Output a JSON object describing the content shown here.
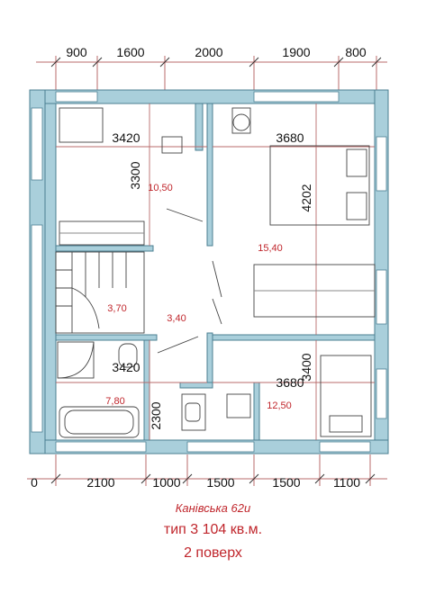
{
  "plan": {
    "top_dimensions": [
      "900",
      "1600",
      "2000",
      "1900",
      "800"
    ],
    "bottom_dimensions": [
      "0",
      "2100",
      "1000",
      "1500",
      "1500",
      "1100"
    ],
    "rooms": [
      {
        "id": "bedroom-top-left",
        "width": "3420",
        "height": "3300",
        "area": "10,50"
      },
      {
        "id": "bedroom-top-right",
        "width": "3680",
        "height": "4202",
        "area": "15,40"
      },
      {
        "id": "hall",
        "area": "3,40"
      },
      {
        "id": "stair",
        "area": "3,70"
      },
      {
        "id": "bathroom",
        "width": "3420",
        "height": "2300",
        "area": "7,80"
      },
      {
        "id": "bedroom-bottom-right",
        "width": "3680",
        "height": "3400",
        "area": "12,50"
      }
    ]
  },
  "caption": {
    "address": "Канівська 62и",
    "type": "тип 3  104 кв.м.",
    "floor": "2 поверх"
  },
  "colors": {
    "wall_fill": "#a9cfdb",
    "wall_stroke": "#4b7f92",
    "dim_line": "#b86b6b",
    "text_red": "#c0262c"
  }
}
